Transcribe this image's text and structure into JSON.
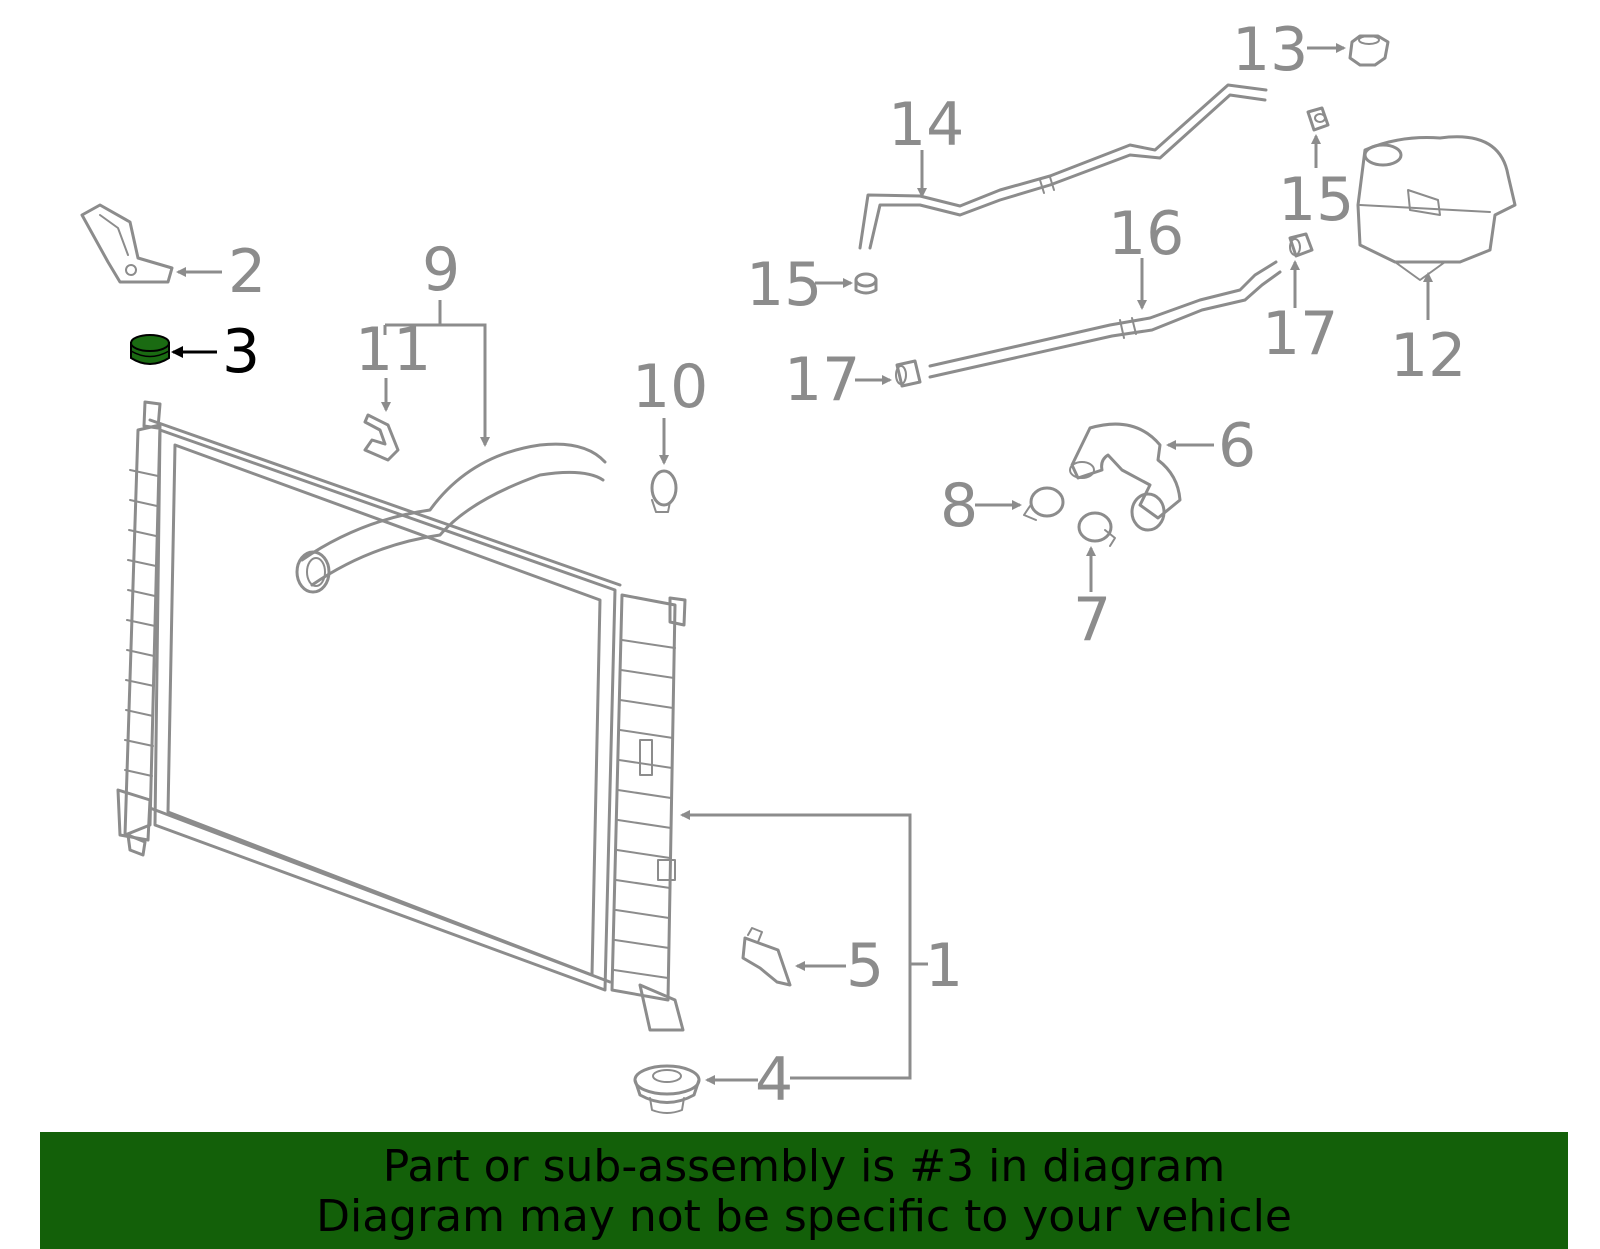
{
  "colors": {
    "part_outline": "#8c8c8c",
    "highlight_fill": "#1a6b12",
    "highlight_text": "#000000",
    "banner_background": "#136009",
    "background": "#ffffff"
  },
  "callouts": {
    "c1": "1",
    "c2": "2",
    "c3": "3",
    "c4": "4",
    "c5": "5",
    "c6": "6",
    "c7": "7",
    "c8": "8",
    "c9": "9",
    "c10": "10",
    "c11": "11",
    "c12": "12",
    "c13": "13",
    "c14": "14",
    "c15a": "15",
    "c15b": "15",
    "c16": "16",
    "c17a": "17",
    "c17b": "17"
  },
  "highlighted_part": "3",
  "banner": {
    "line1": "Part or sub-assembly is #3 in diagram",
    "line2": "Diagram may not be specific to your vehicle"
  }
}
